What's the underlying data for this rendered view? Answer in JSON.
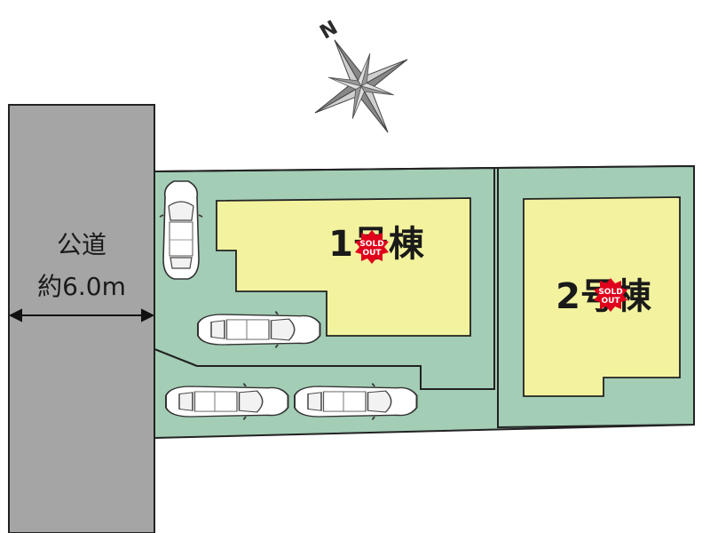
{
  "road": {
    "name": "公道",
    "width": "約6.0m"
  },
  "compass": {
    "label": "N"
  },
  "lots": [
    {
      "label": "1号棟",
      "status": [
        "SOLD",
        "OUT"
      ]
    },
    {
      "label": "2号棟",
      "status": [
        "SOLD",
        "OUT"
      ]
    }
  ],
  "colors": {
    "road": "#a5a5a5",
    "lot": "#a3cdb5",
    "building": "#f3f39f",
    "outline": "#222222",
    "sold_badge": "#e0001b"
  }
}
